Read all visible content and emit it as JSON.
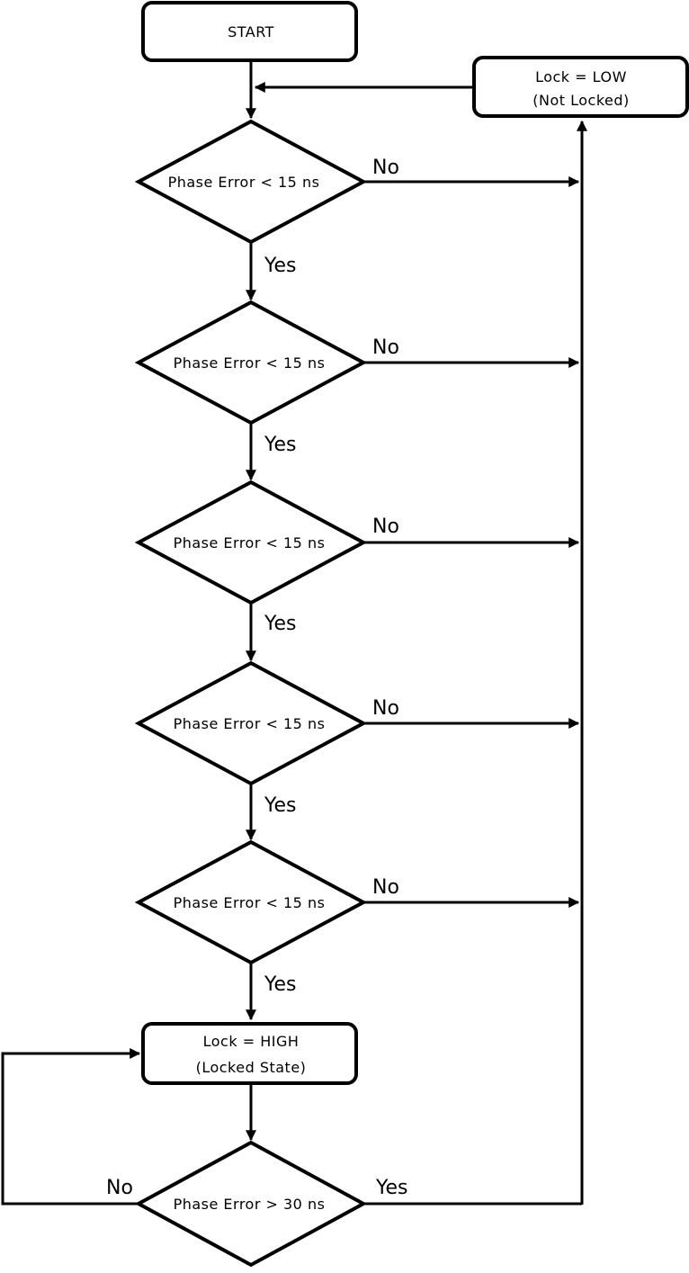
{
  "flowchart": {
    "start": "START",
    "not_locked": {
      "line1": "Lock = LOW",
      "line2": "(Not Locked)"
    },
    "locked": {
      "line1": "Lock = HIGH",
      "line2": "(Locked State)"
    },
    "checks": [
      {
        "label": "Phase Error < 15 ns",
        "yes": "Yes",
        "no": "No"
      },
      {
        "label": "Phase Error < 15 ns",
        "yes": "Yes",
        "no": "No"
      },
      {
        "label": "Phase Error < 15 ns",
        "yes": "Yes",
        "no": "No"
      },
      {
        "label": "Phase Error < 15 ns",
        "yes": "Yes",
        "no": "No"
      },
      {
        "label": "Phase Error < 15 ns",
        "yes": "Yes",
        "no": "No"
      }
    ],
    "final_check": {
      "label": "Phase Error > 30 ns",
      "yes": "Yes",
      "no": "No"
    }
  },
  "colors": {
    "stroke": "#000000",
    "background": "#ffffff"
  }
}
